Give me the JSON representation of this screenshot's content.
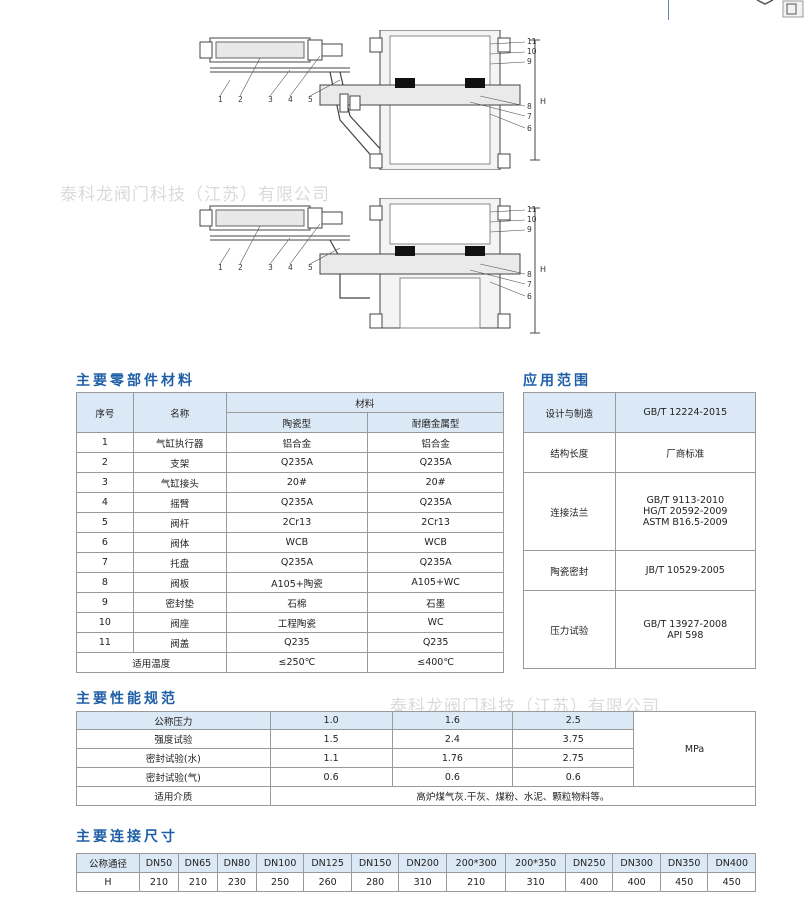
{
  "watermark": "泰科龙阀门科技（江苏）有限公司",
  "diagram": {
    "numbers_top": [
      "11",
      "10",
      "9",
      "8",
      "7",
      "6"
    ],
    "numbers_left": [
      "1",
      "2",
      "3",
      "4",
      "5"
    ],
    "h_label": "H"
  },
  "materials": {
    "title": "主要零部件材料",
    "col_no": "序号",
    "col_name": "名称",
    "col_material": "材料",
    "col_ceramic": "陶瓷型",
    "col_metal": "耐磨金属型",
    "rows": [
      {
        "no": "1",
        "name": "气缸执行器",
        "ceramic": "铝合金",
        "metal": "铝合金"
      },
      {
        "no": "2",
        "name": "支架",
        "ceramic": "Q235A",
        "metal": "Q235A"
      },
      {
        "no": "3",
        "name": "气缸接头",
        "ceramic": "20#",
        "metal": "20#"
      },
      {
        "no": "4",
        "name": "摇臂",
        "ceramic": "Q235A",
        "metal": "Q235A"
      },
      {
        "no": "5",
        "name": "阀杆",
        "ceramic": "2Cr13",
        "metal": "2Cr13"
      },
      {
        "no": "6",
        "name": "阀体",
        "ceramic": "WCB",
        "metal": "WCB"
      },
      {
        "no": "7",
        "name": "托盘",
        "ceramic": "Q235A",
        "metal": "Q235A"
      },
      {
        "no": "8",
        "name": "阀板",
        "ceramic": "A105+陶瓷",
        "metal": "A105+WC"
      },
      {
        "no": "9",
        "name": "密封垫",
        "ceramic": "石棉",
        "metal": "石墨"
      },
      {
        "no": "10",
        "name": "阀座",
        "ceramic": "工程陶瓷",
        "metal": "WC"
      },
      {
        "no": "11",
        "name": "阀盖",
        "ceramic": "Q235",
        "metal": "Q235"
      }
    ],
    "temp_label": "适用温度",
    "temp_ceramic": "≤250℃",
    "temp_metal": "≤400℃"
  },
  "application": {
    "title": "应用范围",
    "rows": [
      {
        "label": "设计与制造",
        "value": "GB/T 12224-2015"
      },
      {
        "label": "结构长度",
        "value": "厂商标准"
      },
      {
        "label": "连接法兰",
        "value": "GB/T 9113-2010\nHG/T 20592-2009\nASTM B16.5-2009"
      },
      {
        "label": "陶瓷密封",
        "value": "JB/T 10529-2005"
      },
      {
        "label": "压力试验",
        "value": "GB/T 13927-2008\nAPI 598"
      }
    ]
  },
  "performance": {
    "title": "主要性能规范",
    "nominal_label": "公称压力",
    "nominal": [
      "1.0",
      "1.6",
      "2.5"
    ],
    "strength_label": "强度试验",
    "strength": [
      "1.5",
      "2.4",
      "3.75"
    ],
    "seal_water_label": "密封试验(水)",
    "seal_water": [
      "1.1",
      "1.76",
      "2.75"
    ],
    "seal_air_label": "密封试验(气)",
    "seal_air": [
      "0.6",
      "0.6",
      "0.6"
    ],
    "unit": "MPa",
    "medium_label": "适用介质",
    "medium": "高炉煤气灰.干灰、煤粉、水泥、颗粒物料等。"
  },
  "connection": {
    "title": "主要连接尺寸",
    "dn_label": "公称通径",
    "h_label": "H",
    "dn": [
      "DN50",
      "DN65",
      "DN80",
      "DN100",
      "DN125",
      "DN150",
      "DN200",
      "200*300",
      "200*350",
      "DN250",
      "DN300",
      "DN350",
      "DN400"
    ],
    "h": [
      "210",
      "210",
      "230",
      "250",
      "260",
      "280",
      "310",
      "210",
      "310",
      "400",
      "400",
      "450",
      "450"
    ]
  }
}
